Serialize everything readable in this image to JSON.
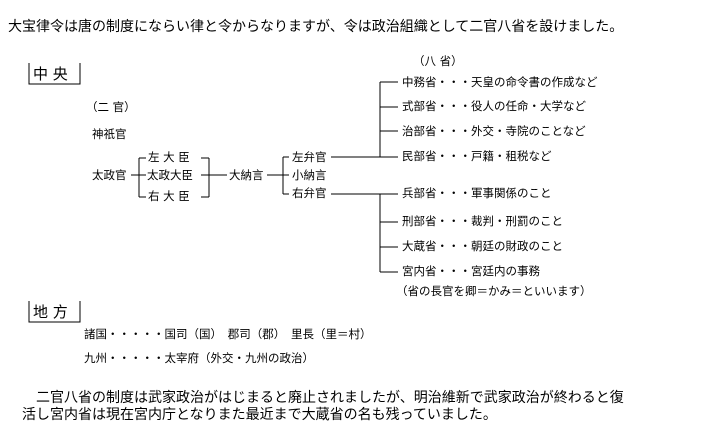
{
  "intro": "大宝律令は唐の制度にならい律と令からなりますが、令は政治組織として二官八省を設けました。",
  "sections": {
    "central": "中 央",
    "local": "地 方"
  },
  "central": {
    "nikan_label": "（二 官）",
    "hassho_label": "（八 省）",
    "jingikan": "神祇官",
    "dajokan": "太政官",
    "ministers": [
      "左 大 臣",
      "太政大臣",
      "右 大 臣"
    ],
    "dainagon": "大納言",
    "benkan": [
      "左弁官",
      "小納言",
      "右弁官"
    ],
    "left_ministries": [
      {
        "name": "中務省",
        "desc": "天皇の命令書の作成など"
      },
      {
        "name": "式部省",
        "desc": "役人の任命・大学など"
      },
      {
        "name": "治部省",
        "desc": "外交・寺院のことなど"
      },
      {
        "name": "民部省",
        "desc": "戸籍・租税など"
      }
    ],
    "right_ministries": [
      {
        "name": "兵部省",
        "desc": "軍事関係のこと"
      },
      {
        "name": "刑部省",
        "desc": "裁判・刑罰のこと"
      },
      {
        "name": "大蔵省",
        "desc": "朝廷の財政のこと"
      },
      {
        "name": "宮内省",
        "desc": "宮廷内の事務"
      }
    ],
    "dots": "・・・",
    "note": "（省の長官を卿＝かみ＝といいます）"
  },
  "local": {
    "line1": "諸国・・・・・国司（国）　郡司（郡）　里長（里＝村）",
    "line2": "九州・・・・・太宰府（外交・九州の政治）"
  },
  "closing": [
    "　二官八省の制度は武家政治がはじまると廃止されましたが、明治維新で武家政治が終わると復",
    "活し宮内省は現在宮内庁となりまた最近まで大蔵省の名も残っていました。"
  ]
}
